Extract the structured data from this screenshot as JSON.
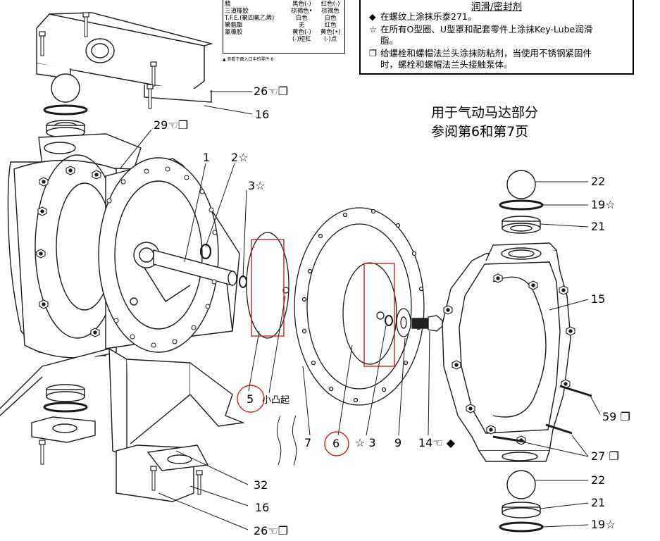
{
  "material_table": {
    "rows": [
      [
        "腈",
        "黑色(-)",
        "红色(-)"
      ],
      [
        "三道橡胶",
        "棕褐色•",
        "棕褐色"
      ],
      [
        "T.F.E.(聚四氟乙烯)",
        "白色",
        "白色"
      ],
      [
        "聚氨酯",
        "无",
        "红色"
      ],
      [
        "氯橡胶",
        "黄色(-)",
        "黄色(•)"
      ],
      [
        "",
        "(-)短杠",
        "(-)点"
      ]
    ],
    "note": "▲ 参看下面入口中的零件 8"
  },
  "lube_box": {
    "title": "润滑/密封剂",
    "lines": [
      {
        "symbol": "◆",
        "text": "在螺纹上涂抹乐泰271。"
      },
      {
        "symbol": "☆",
        "text": "在所有O型圈、U型罩和配套零件上涂抹Key-Lube润滑"
      },
      {
        "symbol": "",
        "text": "脂。"
      },
      {
        "symbol": "❐",
        "text": "给螺栓和螺帽法兰头涂抹防粘剂，当使用不锈钢紧固件"
      },
      {
        "symbol": "",
        "text": "时，螺栓和螺帽法兰头接触泵体。"
      }
    ]
  },
  "motor_note": {
    "line1": "用于气动马达部分",
    "line2": "参阅第6和第7页"
  },
  "callouts": {
    "c26_top": "26☜❐",
    "c16_top": "16",
    "c29": "29☜❐",
    "c1": "1",
    "c2": "2☆",
    "c3_top": "3☆",
    "c22_top": "22",
    "c19_top": "19☆",
    "c21_top": "21",
    "c15": "15",
    "c59": "59 ❐",
    "c27": "27 ❐",
    "c22_bottom": "22",
    "c21_bottom": "21",
    "c19_bottom": "19☆",
    "c5": "5",
    "c5_label": "小凸起",
    "c7": "7",
    "c6": "6",
    "c3_mid": "☆ 3",
    "c9": "9",
    "c14": "14☜ ◆",
    "c32": "32",
    "c16_bottom": "16",
    "c26_bottom": "26☜❐"
  },
  "colors": {
    "highlight_red": "#cc1f1f",
    "line": "#1a1a1a"
  }
}
